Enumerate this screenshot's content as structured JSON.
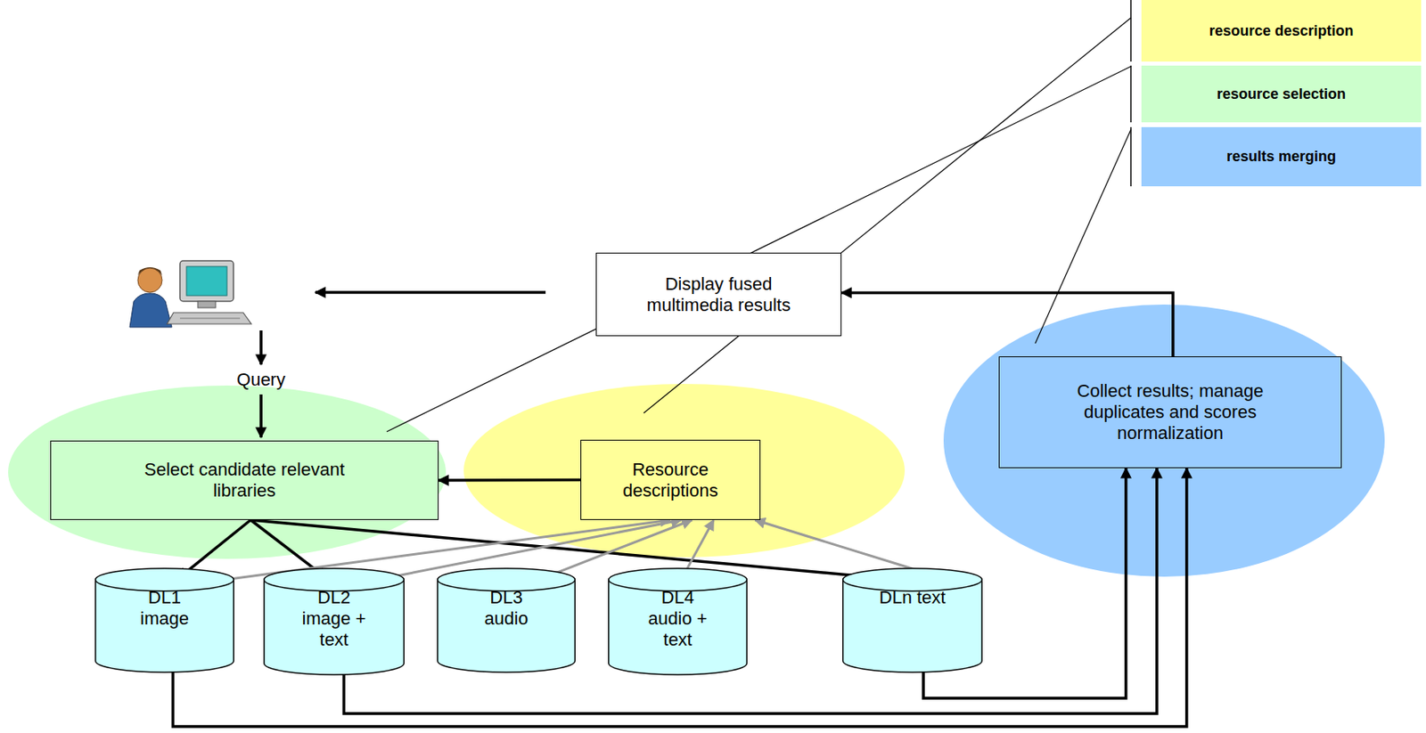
{
  "diagram": {
    "nodes": [
      {
        "text": [
          "Display fused multimedia results"
        ]
      },
      {
        "text": [
          "Select candidate relevant libraries"
        ]
      },
      {
        "text": [
          "Resource descriptions"
        ]
      },
      {
        "text": [
          "Collect results; manage duplicates and scores normalization"
        ]
      },
      {
        "text": [
          "DL1 image"
        ]
      },
      {
        "text": [
          "DL2 image + text"
        ]
      },
      {
        "text": [
          "DL3 audio"
        ]
      },
      {
        "text": [
          "DL4 audio + text"
        ]
      },
      {
        "text": [
          "DLn text"
        ]
      }
    ],
    "edges": [
      {
        "from": 2,
        "to": 1,
        "arrow": "to"
      },
      {
        "from": 1,
        "to": 4,
        "arrow": "to"
      },
      {
        "from": 1,
        "to": 5,
        "arrow": "to"
      },
      {
        "from": 1,
        "to": 8,
        "arrow": "to"
      },
      {
        "from": 4,
        "to": 2,
        "arrow": "to"
      },
      {
        "from": 5,
        "to": 2,
        "arrow": "to"
      },
      {
        "from": 6,
        "to": 2,
        "arrow": "to"
      },
      {
        "from": 7,
        "to": 2,
        "arrow": "to"
      },
      {
        "from": 8,
        "to": 2,
        "arrow": "to"
      },
      {
        "from": 4,
        "to": 3,
        "arrow": "to"
      },
      {
        "from": 5,
        "to": 3,
        "arrow": "to"
      },
      {
        "from": 8,
        "to": 3,
        "arrow": "to"
      },
      {
        "from": 3,
        "to": 0,
        "arrow": "to"
      }
    ],
    "labels": [
      "Query"
    ],
    "legend": [
      {
        "text": "resource description",
        "color": "#ffff99"
      },
      {
        "text": "resource selection",
        "color": "#ccffcc"
      },
      {
        "text": "results merging",
        "color": "#99ccff"
      }
    ]
  }
}
